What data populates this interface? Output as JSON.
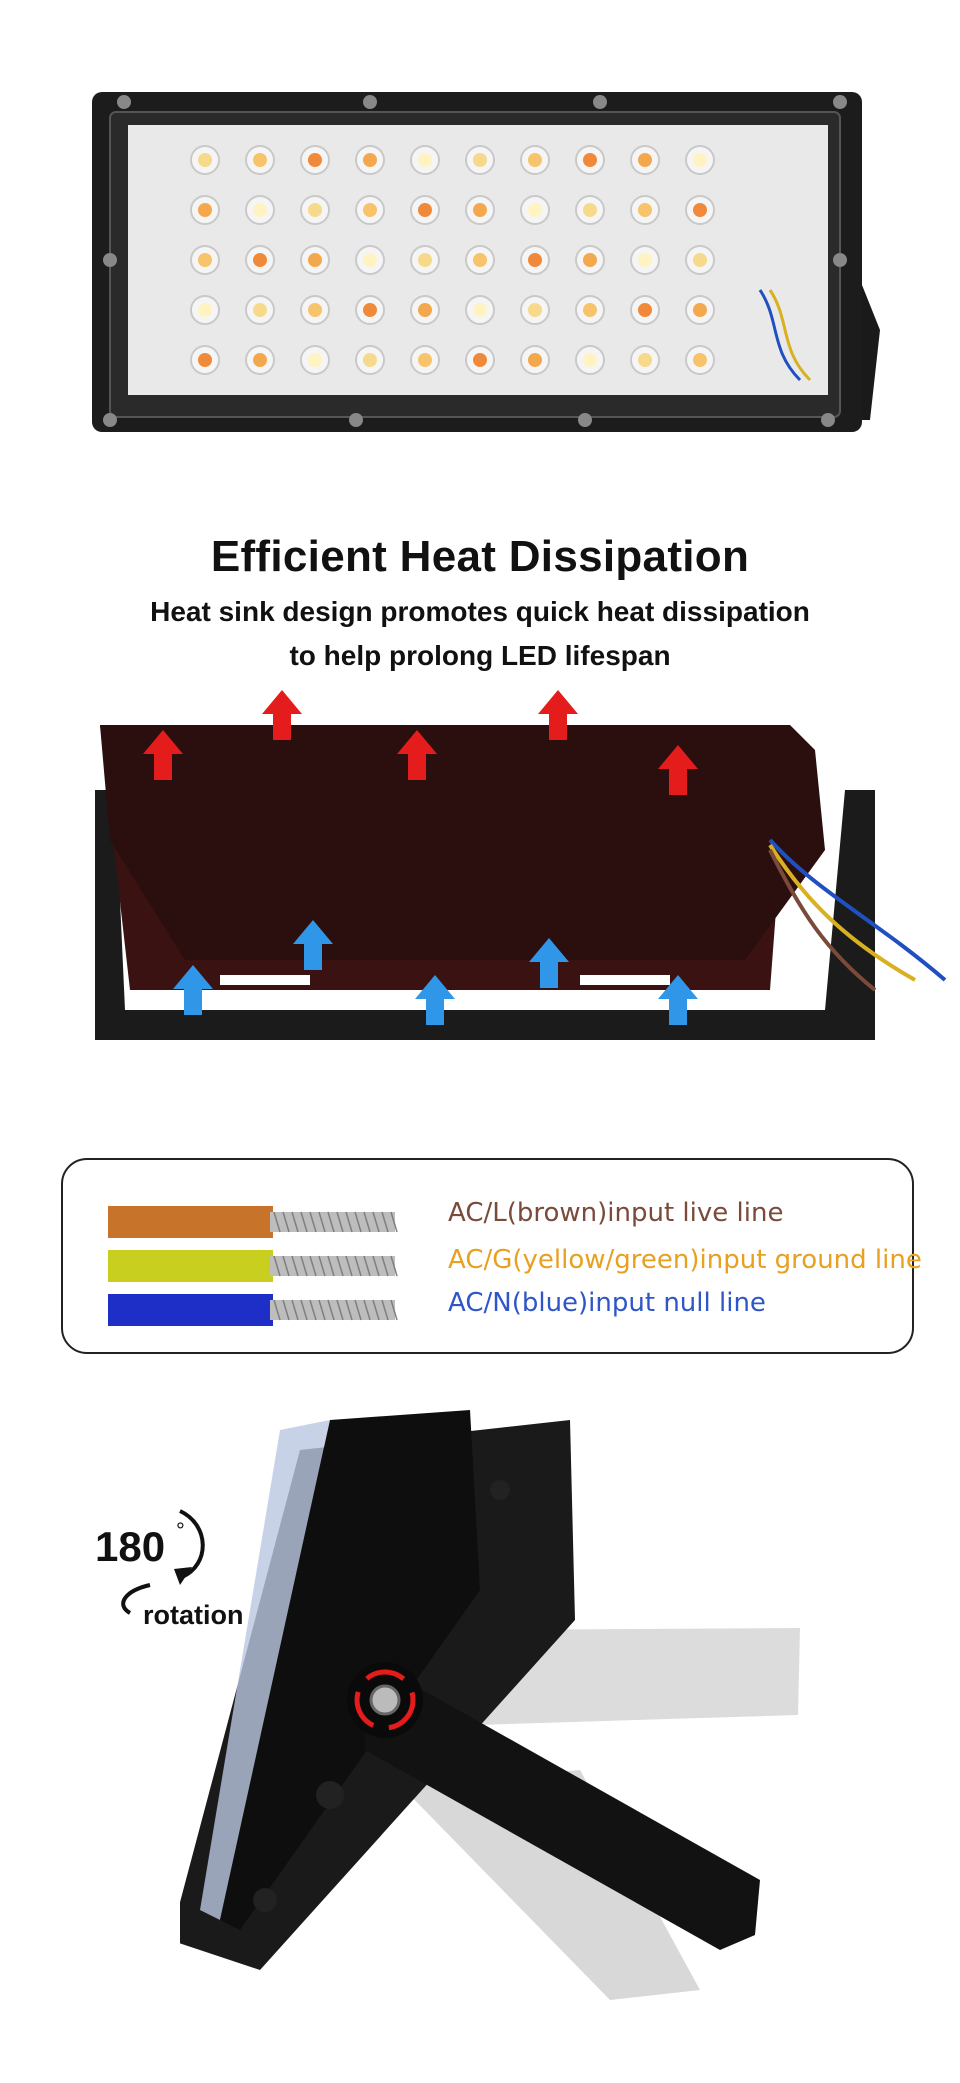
{
  "heat": {
    "title": "Efficient Heat Dissipation",
    "subtitle_line1": "Heat sink design promotes quick heat dissipation",
    "subtitle_line2": "to help prolong LED lifespan"
  },
  "wiring": {
    "lines": [
      {
        "label": "AC/L(brown)input live line",
        "color": "#7a4a3a",
        "wire_color": "#c8732a"
      },
      {
        "label": "AC/G(yellow/green)input ground line",
        "color": "#e8a020",
        "wire_color": "#c8cf1e"
      },
      {
        "label": "AC/N(blue)input null line",
        "color": "#2f56c8",
        "wire_color": "#1e2fc8"
      }
    ]
  },
  "rotation": {
    "degrees": "180",
    "degree_symbol": "°",
    "label": "rotation"
  },
  "colors": {
    "hot_arrow": "#e41c1c",
    "cool_arrow": "#2f96e8"
  }
}
